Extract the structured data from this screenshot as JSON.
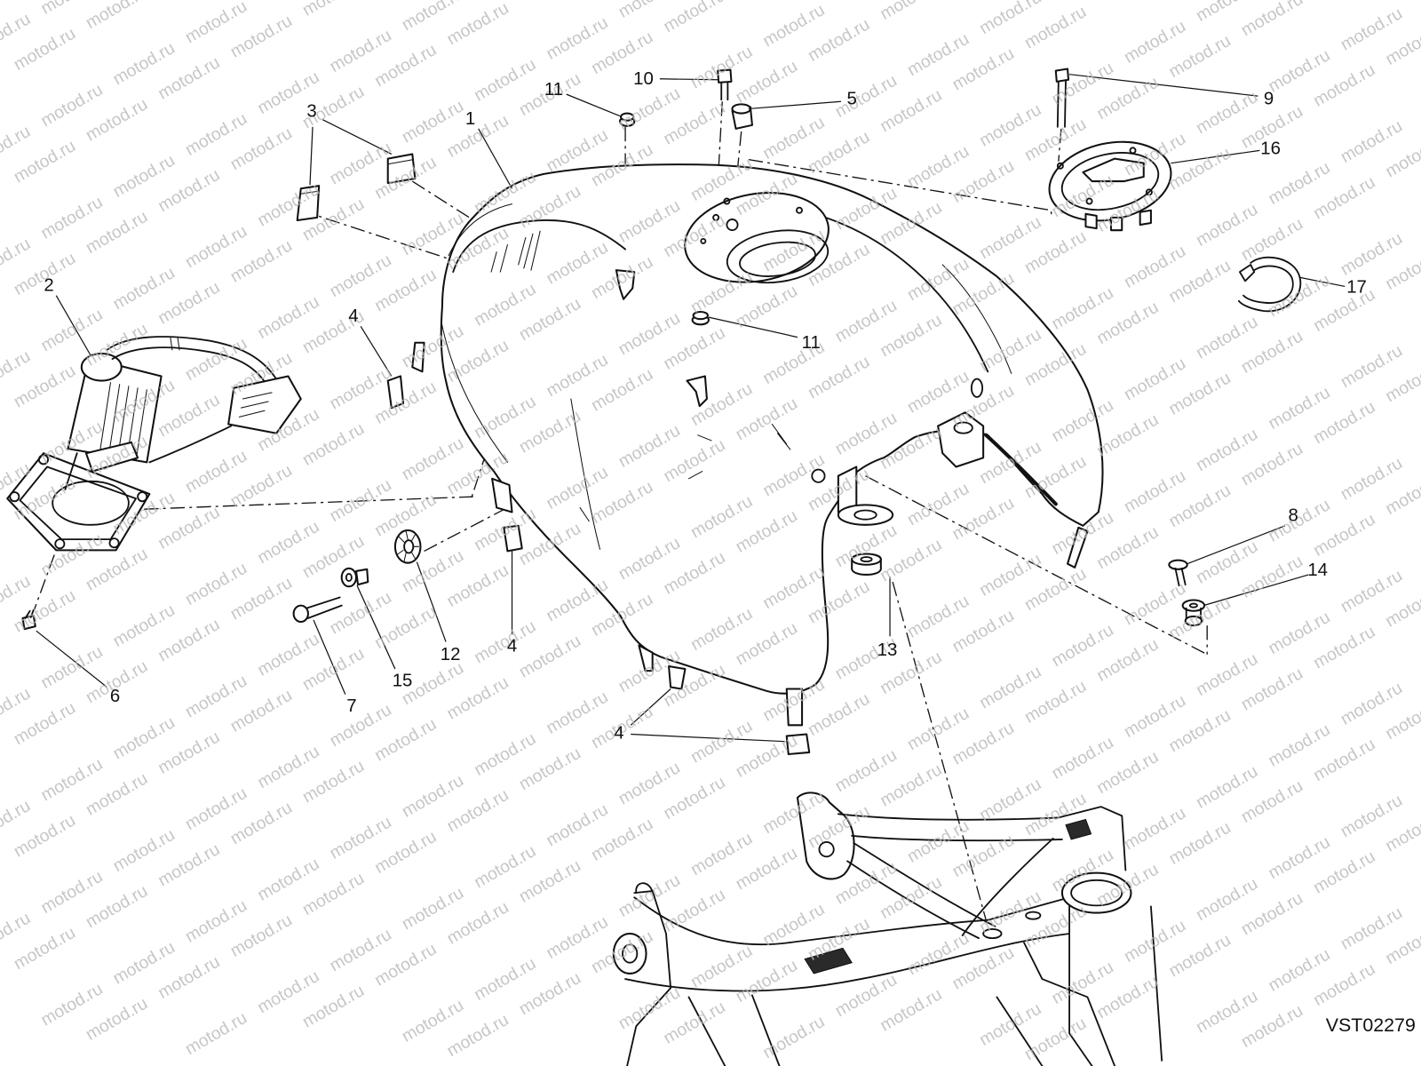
{
  "diagram": {
    "callouts": {
      "c1": "1",
      "c2": "2",
      "c3": "3",
      "c4a": "4",
      "c4b": "4",
      "c4c": "4",
      "c5": "5",
      "c6": "6",
      "c7": "7",
      "c8": "8",
      "c9": "9",
      "c10": "10",
      "c11a": "11",
      "c11b": "11",
      "c12": "12",
      "c13": "13",
      "c14": "14",
      "c15": "15",
      "c16": "16",
      "c17": "17"
    },
    "drawing_code": "VST02279",
    "watermark": "motod.ru",
    "colors": {
      "line": "#111111",
      "watermark": "#b9b9b9",
      "background": "#ffffff"
    }
  }
}
